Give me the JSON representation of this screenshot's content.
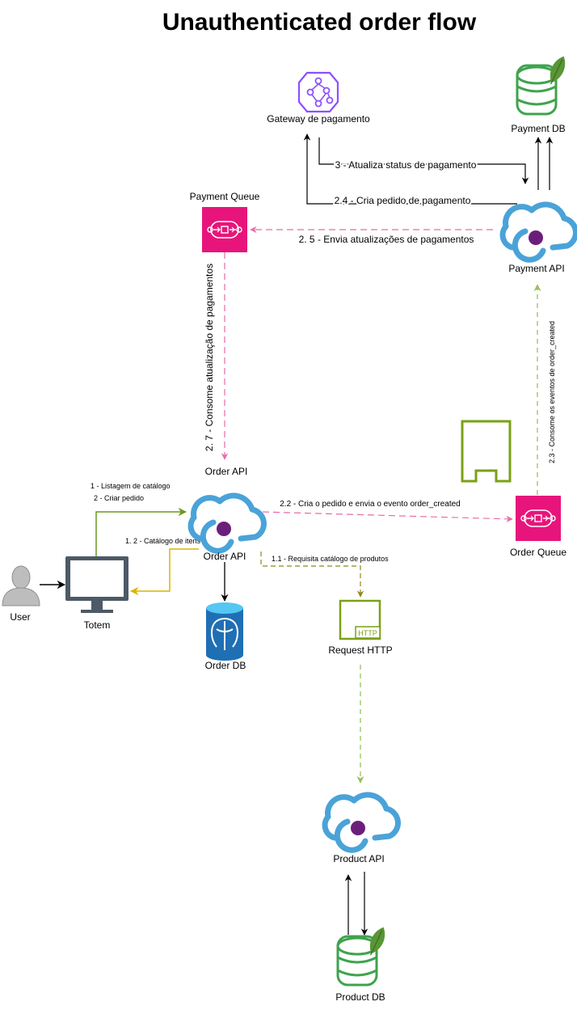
{
  "title": "Unauthenticated order flow",
  "colors": {
    "cloud": "#4aa3d8",
    "cloud_dot": "#6b1f7a",
    "queue": "#e7157b",
    "gateway": "#8c4fff",
    "mongo_leaf": "#589636",
    "db_green": "#3fa34d",
    "postgres_blue": "#1f6fb5",
    "http_green": "#7aa116",
    "green_flow": "#6a9a1f",
    "yellow_flow": "#d8b600",
    "pink_dashed": "#e76ca5",
    "green_dashed": "#97c15a",
    "olive_dashed": "#8b8a1a",
    "totem": "#4d5a67",
    "user": "#bdbdbd"
  },
  "nodes": {
    "gateway": "Gateway de pagamento",
    "payment_db": "Payment DB",
    "payment_queue": "Payment Queue",
    "payment_api": "Payment API",
    "order_api_top": "Order API",
    "order_api": "Order API",
    "order_queue": "Order Queue",
    "user": "User",
    "totem": "Totem",
    "order_db": "Order DB",
    "request_http": "Request HTTP",
    "http_badge": "HTTP",
    "product_api": "Product API",
    "product_db": "Product DB"
  },
  "edges": {
    "e3": "3 - Atualiza status de pagamento",
    "e24": "2.4 - Cria pedido de pagamento",
    "e25": "2. 5 - Envia atualizações de pagamentos",
    "e27": "2. 7 - Consome atualização de pagamentos",
    "e23": "2.3 - Consome os eventos de order_created",
    "e22": "2.2 - Cria o pedido e envia o evento order_created",
    "e1": "1 - Listagem de catálogo",
    "e2": "2 - Criar pedido",
    "e12": "1. 2 - Catálogo de itens",
    "e11": "1.1 - Requisita catálogo de produtos"
  }
}
